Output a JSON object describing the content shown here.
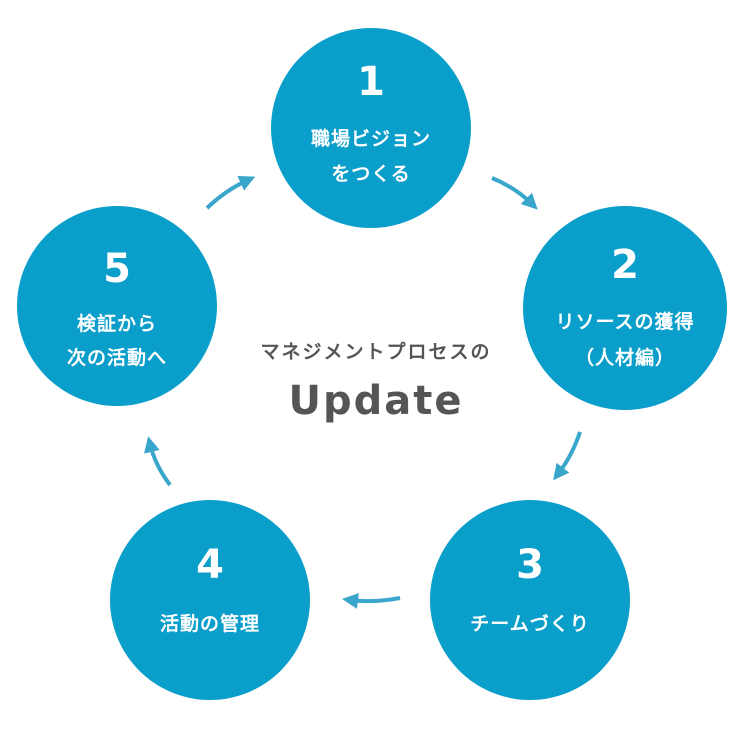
{
  "colors": {
    "circle": "#0a9ecb",
    "arrow": "#3aa6cc",
    "text": "#555555"
  },
  "center": {
    "subtitle": "マネジメントプロセスの",
    "title": "Update"
  },
  "steps": [
    {
      "number": "1",
      "lines": [
        "職場ビジョン",
        "をつくる"
      ]
    },
    {
      "number": "2",
      "lines": [
        "リソースの獲得",
        "（人材編）"
      ]
    },
    {
      "number": "3",
      "lines": [
        "チームづくり"
      ]
    },
    {
      "number": "4",
      "lines": [
        "活動の管理"
      ]
    },
    {
      "number": "5",
      "lines": [
        "検証から",
        "次の活動へ"
      ]
    }
  ]
}
